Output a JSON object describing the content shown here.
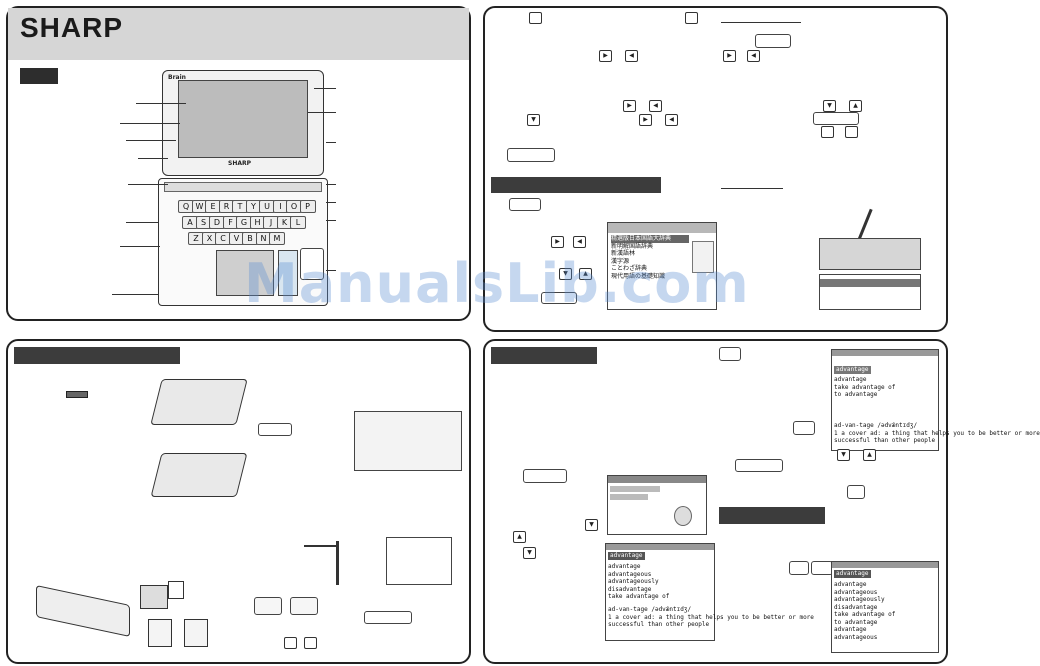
{
  "brand": {
    "logo_text": "SHARP"
  },
  "device": {
    "logo": "SHARP",
    "top_label": "Brain",
    "keys_row1": [
      "Q",
      "W",
      "E",
      "R",
      "T",
      "Y",
      "U",
      "I",
      "O",
      "P"
    ],
    "keys_row2": [
      "A",
      "S",
      "D",
      "F",
      "G",
      "H",
      "J",
      "K",
      "L"
    ],
    "keys_row3": [
      "Z",
      "X",
      "C",
      "V",
      "B",
      "N",
      "M"
    ]
  },
  "dictionary_screen": {
    "lines": [
      "精選版日本国語大辞典",
      "新明解国語辞典",
      "新漢語林",
      "漢字源",
      "ことわざ辞典",
      "現代用語の基礎知識"
    ]
  },
  "word_entries": {
    "search_word": "advantage",
    "lines": [
      "advantage",
      "advantageous",
      "advantageously",
      "disadvantage",
      "take advantage of",
      "to advantage"
    ]
  },
  "example_text": {
    "lines": [
      "ad-van-tage /ədvǽntɪdʒ/",
      "1 a cover ad: a thing that helps you to be better or more",
      "successful than other people"
    ]
  },
  "watermark": "ManualsLib.com",
  "colors": {
    "header_bg": "#d6d6d6",
    "section_bar": "#3a3a3a",
    "watermark": "#5a8cd2"
  }
}
